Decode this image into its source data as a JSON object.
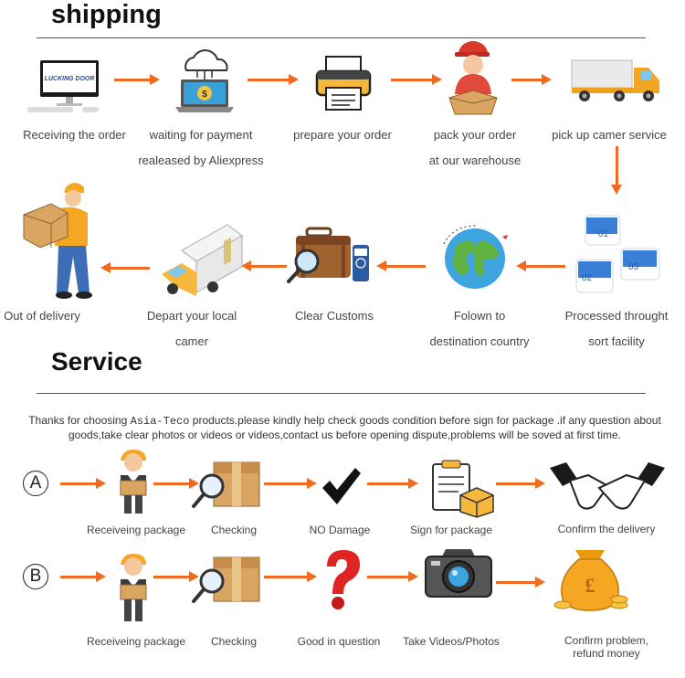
{
  "shipping": {
    "title": "shipping",
    "steps": [
      {
        "line1": "Receiving the order",
        "line2": "",
        "icon": "computer-icon",
        "screen_text": "LUCKING DOOR"
      },
      {
        "line1": "waiting for payment",
        "line2": "realeased by Aliexpress",
        "icon": "cloud-payment-laptop-icon"
      },
      {
        "line1": "prepare your order",
        "line2": "",
        "icon": "printer-icon"
      },
      {
        "line1": "pack your order",
        "line2": "at our warehouse",
        "icon": "packing-worker-icon"
      },
      {
        "line1": "pick up camer service",
        "line2": "",
        "icon": "truck-icon"
      },
      {
        "line1": "Processed throught",
        "line2": "sort facility",
        "icon": "numbered-folders-icon",
        "numbers": [
          "01",
          "02",
          "03"
        ]
      },
      {
        "line1": "Folown to",
        "line2": "destination country",
        "icon": "globe-icon"
      },
      {
        "line1": "Clear Customs",
        "line2": "",
        "icon": "suitcase-magnifier-icon"
      },
      {
        "line1": "Depart your local",
        "line2": "camer",
        "icon": "delivery-truck-icon"
      },
      {
        "line1": "Out of delivery",
        "line2": "",
        "icon": "courier-icon"
      }
    ]
  },
  "service": {
    "title": "Service",
    "note_part1": "Thanks for choosing",
    "brand": "Asia-Teco",
    "note_part2": "products.please kindly help check goods condition before sign for package .if any question about",
    "note_line2": "goods,take clear photos or videos or videos,contact us before opening dispute,problems will be soved at first time.",
    "row_a": {
      "marker": "A",
      "steps": [
        {
          "label": "Receiveing package",
          "label2": "",
          "icon": "man-holding-box-icon"
        },
        {
          "label": "Checking",
          "label2": "",
          "icon": "box-magnifier-icon"
        },
        {
          "label": "NO Damage",
          "label2": "",
          "icon": "checkmark-icon"
        },
        {
          "label": "Sign for package",
          "label2": "",
          "icon": "clipboard-box-icon"
        },
        {
          "label": "Confirm the delivery",
          "label2": "",
          "icon": "handshake-icon"
        }
      ]
    },
    "row_b": {
      "marker": "B",
      "steps": [
        {
          "label": "Receiveing package",
          "label2": "",
          "icon": "man-holding-box-icon"
        },
        {
          "label": "Checking",
          "label2": "",
          "icon": "box-magnifier-icon"
        },
        {
          "label": "Good in question",
          "label2": "",
          "icon": "question-mark-icon"
        },
        {
          "label": "Take Videos/Photos",
          "label2": "",
          "icon": "camera-icon"
        },
        {
          "label": "Confirm problem,",
          "label2": "refund money",
          "icon": "money-bag-icon"
        }
      ]
    }
  },
  "colors": {
    "arrow": "#f06a1f",
    "title": "#111111",
    "text": "#444444"
  }
}
